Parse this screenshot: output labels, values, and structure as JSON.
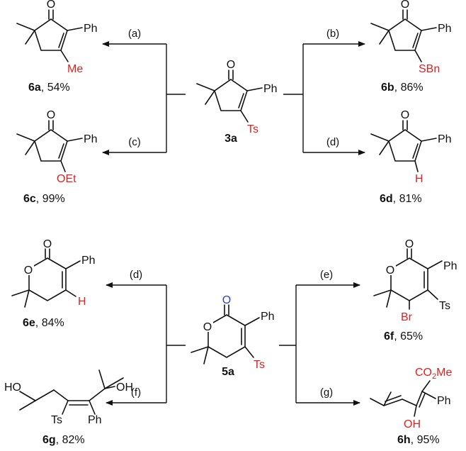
{
  "scheme": {
    "top": {
      "center": {
        "id": "3a",
        "substituent": "Ts"
      },
      "arrows": {
        "a": "(a)",
        "b": "(b)",
        "c": "(c)",
        "d": "(d)"
      },
      "products": [
        {
          "id": "6a",
          "yield": ", 54%",
          "group": "Me"
        },
        {
          "id": "6b",
          "yield": ", 86%",
          "group": "SBn"
        },
        {
          "id": "6c",
          "yield": ", 99%",
          "group": "OEt"
        },
        {
          "id": "6d",
          "yield": ", 81%",
          "group": "H"
        }
      ]
    },
    "bottom": {
      "center": {
        "id": "5a",
        "substituent": "Ts"
      },
      "arrows": {
        "d": "(d)",
        "e": "(e)",
        "f": "(f)",
        "g": "(g)"
      },
      "products": [
        {
          "id": "6e",
          "yield": ", 84%",
          "group": "H"
        },
        {
          "id": "6f",
          "yield": ", 65%",
          "group": "Br"
        },
        {
          "id": "6g",
          "yield": ", 82%"
        },
        {
          "id": "6h",
          "yield": ", 95%",
          "group": "CO2Me"
        }
      ]
    },
    "atoms": {
      "O": "O",
      "Ph": "Ph",
      "Ts": "Ts",
      "OH": "OH",
      "HO": "HO",
      "Me": "Me",
      "CO": "CO",
      "sub2": "2"
    }
  },
  "colors": {
    "highlight": "#e02020",
    "carbonyl_O": "#2a3fd0"
  }
}
